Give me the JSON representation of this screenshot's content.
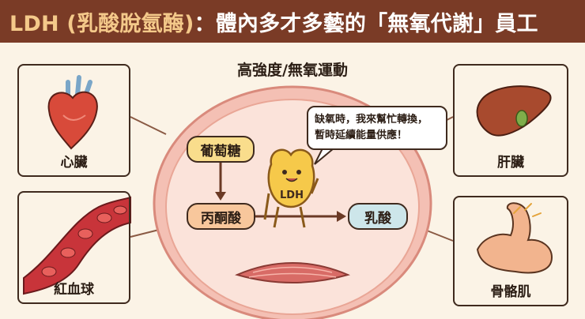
{
  "header": {
    "title_prefix": "LDH (乳酸脫氫酶)",
    "title_suffix": "：體內多才多藝的「無氧代謝」員工"
  },
  "diagram": {
    "subtitle": "高強度/無氧運動",
    "nodes": {
      "glucose": "葡萄糖",
      "pyruvate": "丙酮酸",
      "lactate": "乳酸"
    },
    "mascot_label": "LDH",
    "speech": [
      "缺氧時，我來幫忙轉換，",
      "暫時延續能量供應！"
    ]
  },
  "organs": {
    "heart": "心臟",
    "blood": "紅血球",
    "liver": "肝臟",
    "muscle": "骨骼肌"
  },
  "colors": {
    "banner": "#7a3b26",
    "highlight": "#f4c98a",
    "cell": "#f4c0b4",
    "node_yellow": "#f9dd8c",
    "node_orange": "#f8c79c",
    "node_blue": "#cde6ea",
    "arrow": "#6b3a25"
  }
}
